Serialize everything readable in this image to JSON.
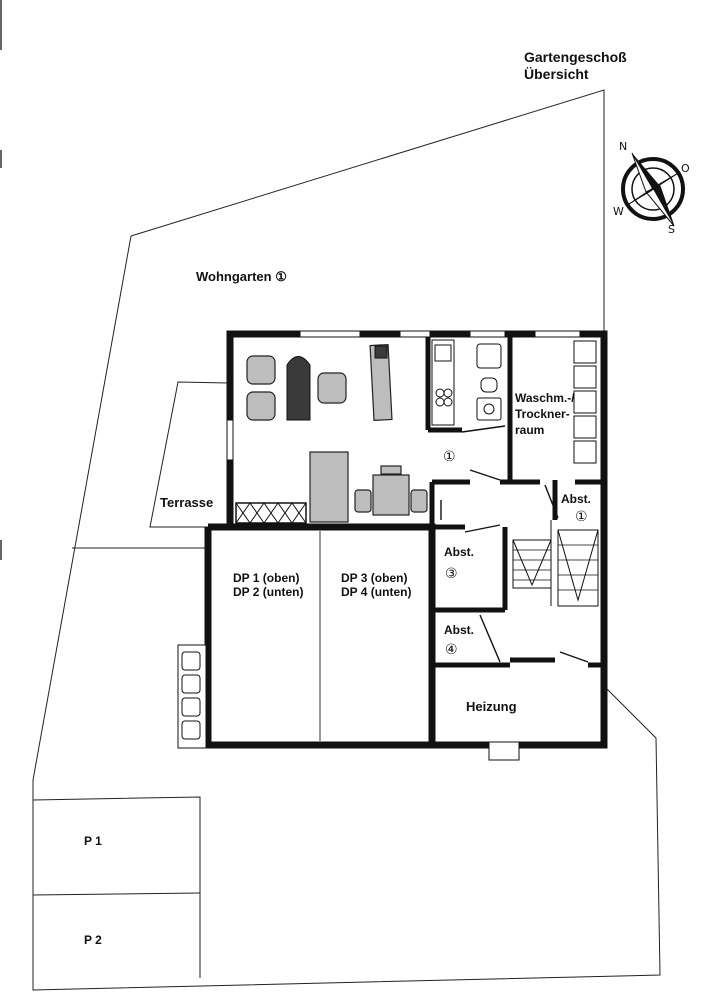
{
  "title": {
    "line1": "Gartengeschoß",
    "line2": "Übersicht"
  },
  "compass": {
    "n": "N",
    "o": "O",
    "s": "S",
    "w": "W"
  },
  "labels": {
    "wohngarten": "Wohngarten ①",
    "terrasse": "Terrasse",
    "living_marker": "①",
    "waschm": "Waschm.-/",
    "trockner": "Trockner-",
    "raum": "raum",
    "abst1_title": "Abst.",
    "abst1_num": "①",
    "abst3_title": "Abst.",
    "abst3_num": "③",
    "abst4_title": "Abst.",
    "abst4_num": "④",
    "dp12_line1": "DP 1 (oben)",
    "dp12_line2": "DP 2 (unten)",
    "dp34_line1": "DP 3 (oben)",
    "dp34_line2": "DP 4 (unten)",
    "heizung": "Heizung",
    "p1": "P 1",
    "p2": "P 2"
  }
}
